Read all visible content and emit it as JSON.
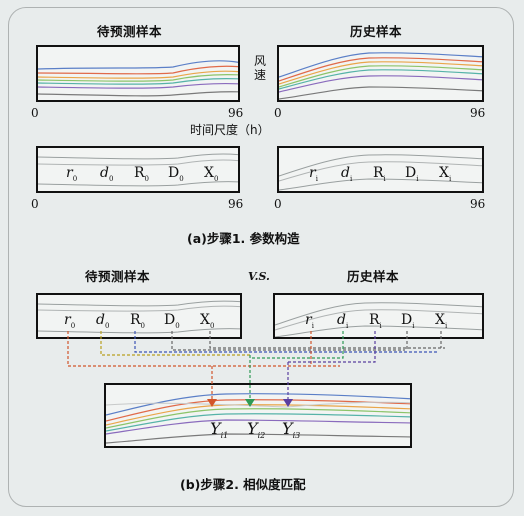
{
  "headings": {
    "predict_sample": "待预测样本",
    "history_sample": "历史样本",
    "vs": "V.S."
  },
  "axes": {
    "x_start": "0",
    "x_end": "96",
    "x_label": "时间尺度（h）",
    "y_label": "风速"
  },
  "params_predict": [
    {
      "base": "r",
      "sub": "0",
      "italic": true
    },
    {
      "base": "d",
      "sub": "0",
      "italic": true
    },
    {
      "base": "R",
      "sub": "0",
      "italic": false
    },
    {
      "base": "D",
      "sub": "0",
      "italic": false
    },
    {
      "base": "X",
      "sub": "0",
      "italic": false
    }
  ],
  "params_history": [
    {
      "base": "r",
      "sub": "i",
      "italic": true
    },
    {
      "base": "d",
      "sub": "i",
      "italic": true
    },
    {
      "base": "R",
      "sub": "i",
      "italic": false
    },
    {
      "base": "D",
      "sub": "i",
      "italic": false
    },
    {
      "base": "X",
      "sub": "i",
      "italic": false
    }
  ],
  "similarity": [
    {
      "base": "Y",
      "sub": "i1"
    },
    {
      "base": "Y",
      "sub": "i2"
    },
    {
      "base": "Y",
      "sub": "i3"
    }
  ],
  "captions": {
    "step1": "(a)步骤1. 参数构造",
    "step2": "(b)步骤2. 相似度匹配"
  },
  "colors": {
    "background": "#e8ecec",
    "box_border": "#111111",
    "wave_red": "#e06a4a",
    "wave_orange": "#e9a64a",
    "wave_green": "#8cc46a",
    "wave_teal": "#56b3a8",
    "wave_blue": "#5b7fc7",
    "wave_purple": "#8a6bbd",
    "wave_grey": "#7a7a7a",
    "connector_red": "#d2552b",
    "connector_green": "#2f9a55",
    "connector_purple": "#5a3fa0",
    "connector_blue": "#3b54b5",
    "connector_grey": "#666666",
    "connector_yellow": "#b8a020"
  }
}
